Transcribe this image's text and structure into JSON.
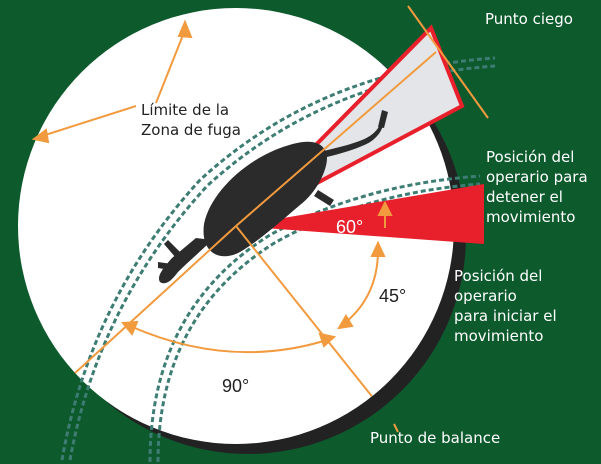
{
  "colors": {
    "background": "#0d5a2d",
    "zone": "#ffffff",
    "shadow": "#222222",
    "line": "#f29a3e",
    "red": "#e8202c",
    "blind_spot_fill": "#e3e5e8",
    "track": "#3d7d73",
    "animal": "#2b2b2b",
    "label_dark": "#222222",
    "label_light": "#ffffff"
  },
  "labels": {
    "blind_spot": "Punto ciego",
    "flight_zone_line1": "Límite de la",
    "flight_zone_line2": "Zona de fuga",
    "stop_line1": "Posición del",
    "stop_line2": "operario para",
    "stop_line3": "detener el",
    "stop_line4": "movimiento",
    "start_line1": "Posición del",
    "start_line2": "operario",
    "start_line3": "para iniciar el",
    "start_line4": "movimiento",
    "balance_point": "Punto de balance"
  },
  "angles": {
    "a60": "60°",
    "a45": "45°",
    "a90": "90°"
  }
}
